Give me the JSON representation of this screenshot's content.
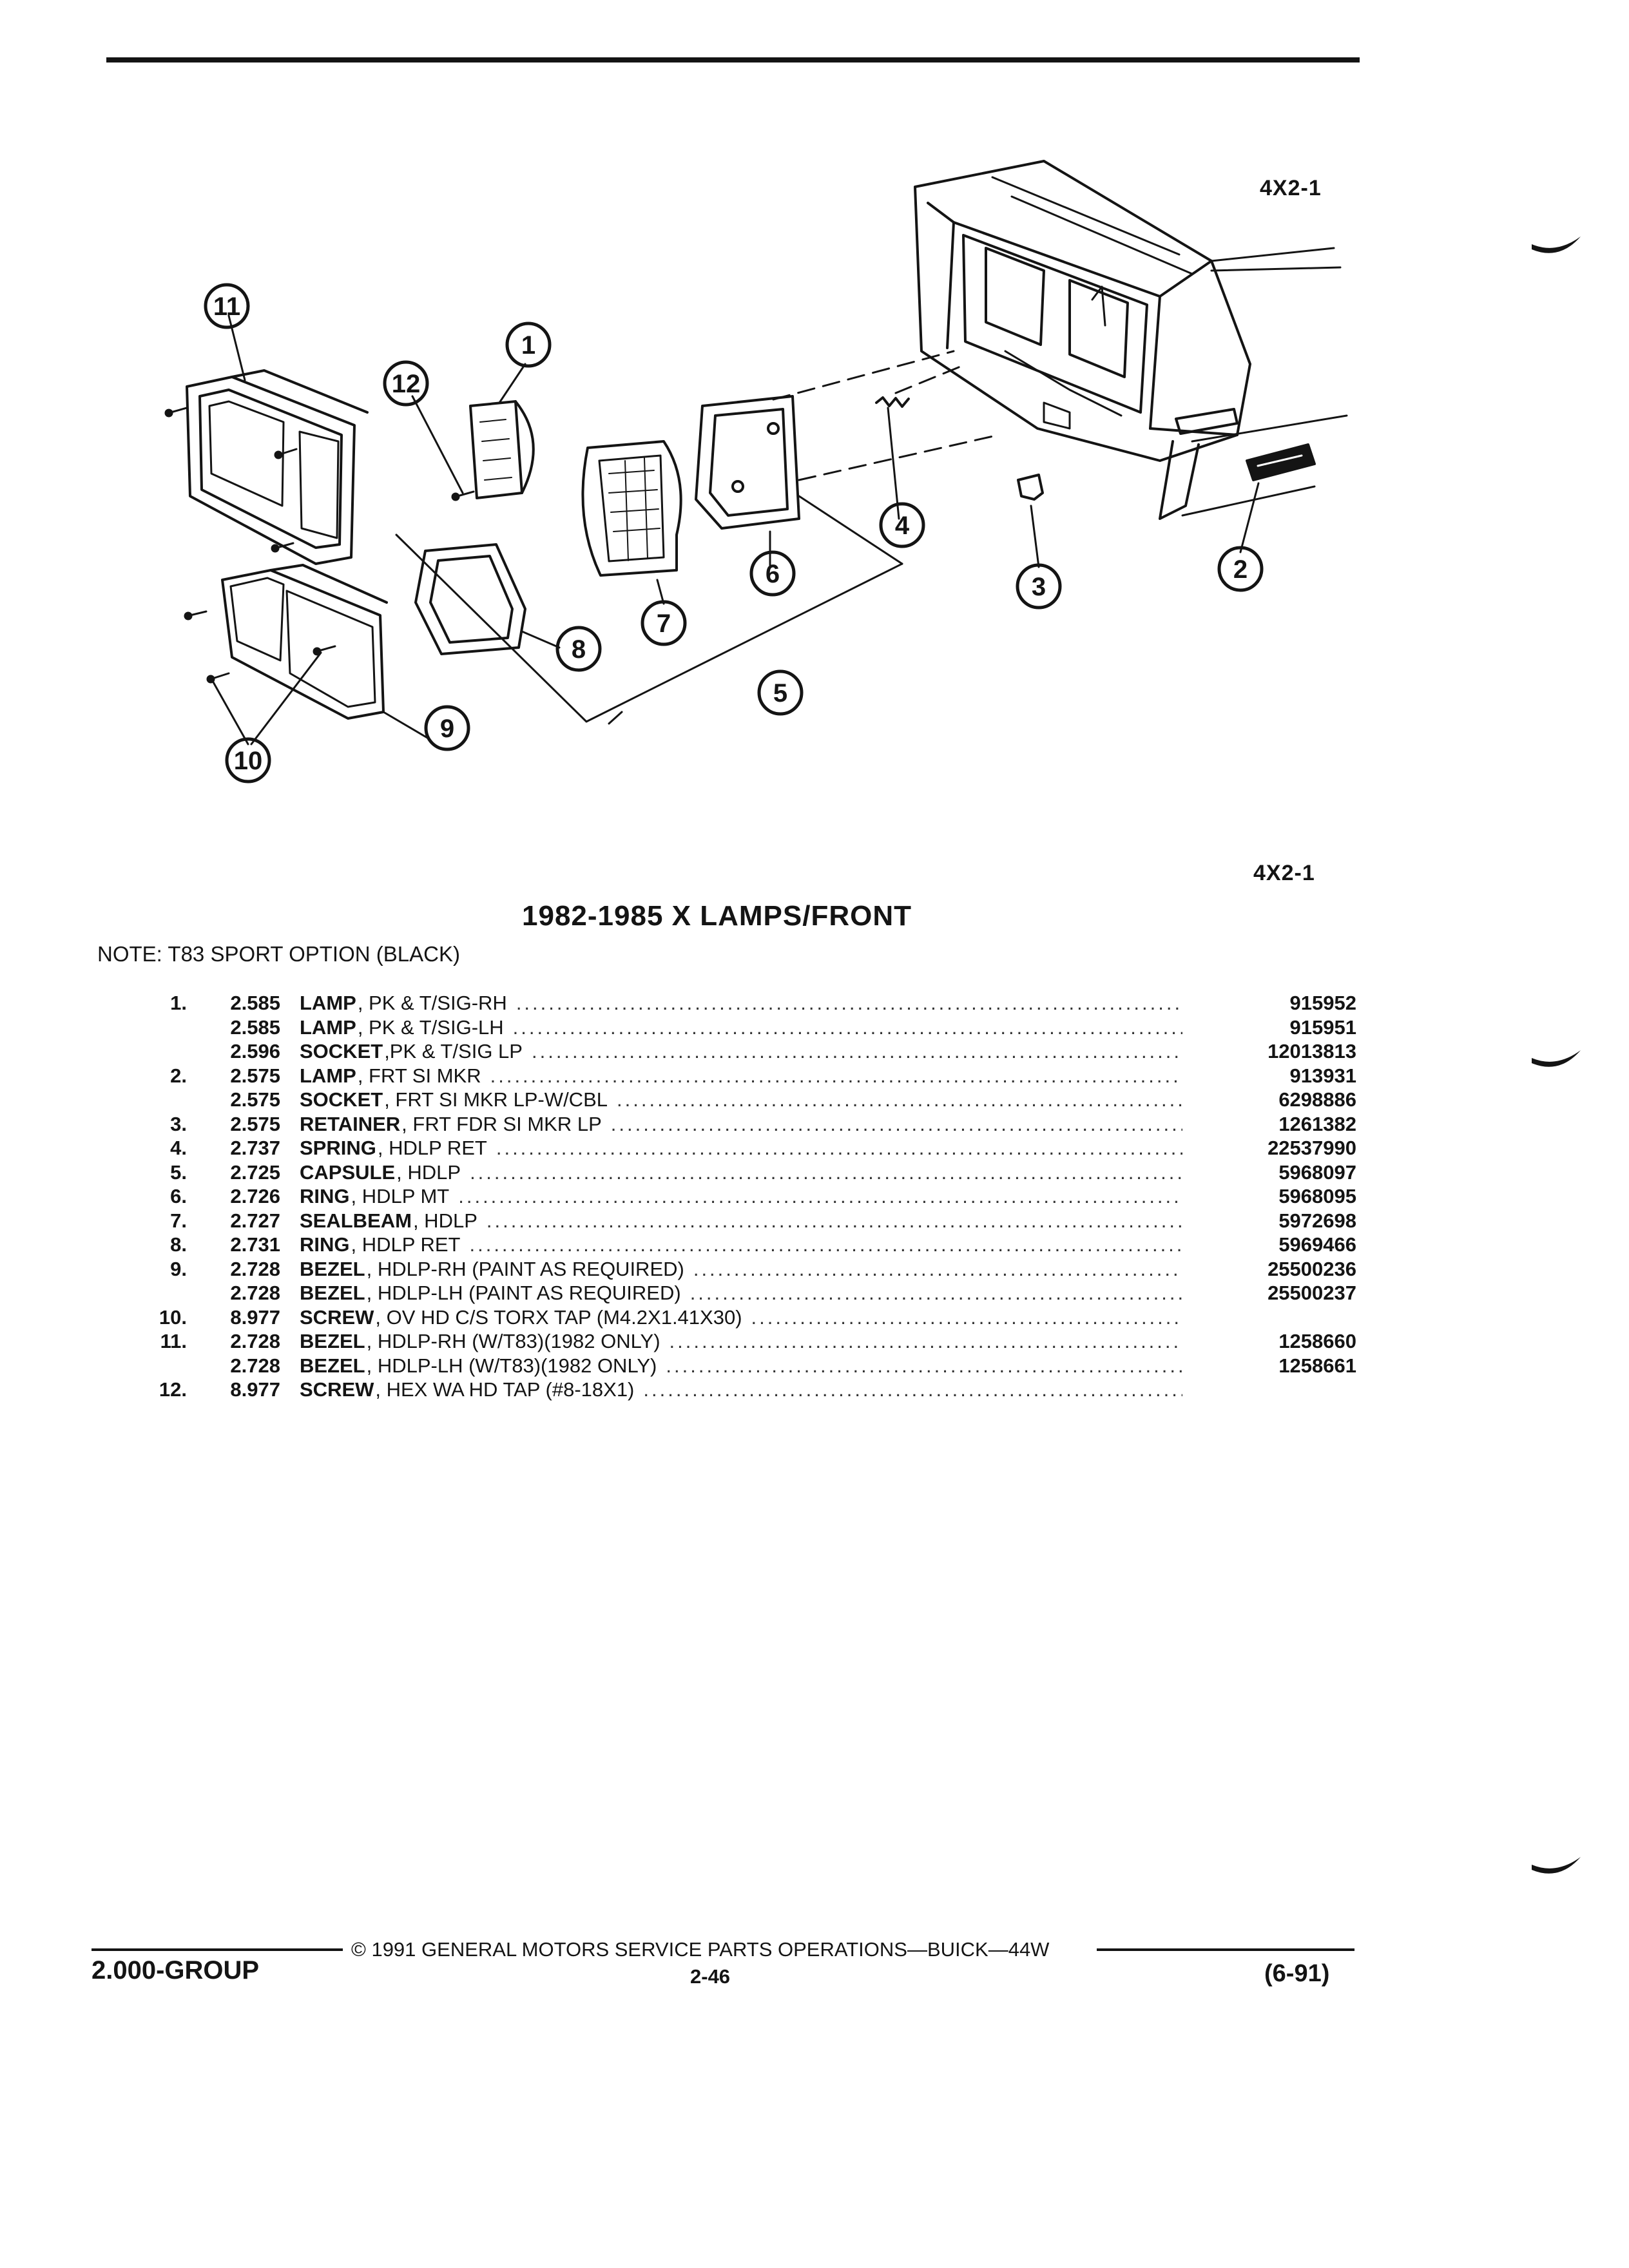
{
  "figure": {
    "code_top": "4X2-1",
    "code_bottom": "4X2-1",
    "callouts": [
      "1",
      "2",
      "3",
      "4",
      "5",
      "6",
      "7",
      "8",
      "9",
      "10",
      "11",
      "12"
    ]
  },
  "title": "1982-1985 X LAMPS/FRONT",
  "note": "NOTE:  T83 SPORT OPTION (BLACK)",
  "parts": [
    {
      "item": "1.",
      "group": "2.585",
      "name": "LAMP",
      "desc": ", PK & T/SIG-RH",
      "part_no": "915952"
    },
    {
      "item": "",
      "group": "2.585",
      "name": "LAMP",
      "desc": ", PK & T/SIG-LH",
      "part_no": "915951"
    },
    {
      "item": "",
      "group": "2.596",
      "name": "SOCKET",
      "desc": ",PK & T/SIG LP",
      "part_no": "12013813"
    },
    {
      "item": "2.",
      "group": "2.575",
      "name": "LAMP",
      "desc": ", FRT SI MKR",
      "part_no": "913931"
    },
    {
      "item": "",
      "group": "2.575",
      "name": "SOCKET",
      "desc": ", FRT SI MKR LP-W/CBL",
      "part_no": "6298886"
    },
    {
      "item": "3.",
      "group": "2.575",
      "name": "RETAINER",
      "desc": ", FRT FDR SI MKR LP",
      "part_no": "1261382"
    },
    {
      "item": "4.",
      "group": "2.737",
      "name": "SPRING",
      "desc": ", HDLP RET",
      "part_no": "22537990"
    },
    {
      "item": "5.",
      "group": "2.725",
      "name": "CAPSULE",
      "desc": ", HDLP",
      "part_no": "5968097"
    },
    {
      "item": "6.",
      "group": "2.726",
      "name": "RING",
      "desc": ", HDLP MT",
      "part_no": "5968095"
    },
    {
      "item": "7.",
      "group": "2.727",
      "name": "SEALBEAM",
      "desc": ", HDLP",
      "part_no": "5972698"
    },
    {
      "item": "8.",
      "group": "2.731",
      "name": "RING",
      "desc": ", HDLP RET",
      "part_no": "5969466"
    },
    {
      "item": "9.",
      "group": "2.728",
      "name": "BEZEL",
      "desc": ", HDLP-RH (PAINT AS REQUIRED)",
      "part_no": "25500236"
    },
    {
      "item": "",
      "group": "2.728",
      "name": "BEZEL",
      "desc": ", HDLP-LH (PAINT AS REQUIRED)",
      "part_no": "25500237"
    },
    {
      "item": "10.",
      "group": "8.977",
      "name": "SCREW",
      "desc": ", OV HD C/S TORX TAP (M4.2X1.41X30)",
      "part_no": ""
    },
    {
      "item": "11.",
      "group": "2.728",
      "name": "BEZEL",
      "desc": ", HDLP-RH (W/T83)(1982 ONLY)",
      "part_no": "1258660"
    },
    {
      "item": "",
      "group": "2.728",
      "name": "BEZEL",
      "desc": ", HDLP-LH (W/T83)(1982 ONLY)",
      "part_no": "1258661"
    },
    {
      "item": "12.",
      "group": "8.977",
      "name": "SCREW",
      "desc": ", HEX WA HD TAP (#8-18X1)",
      "part_no": ""
    }
  ],
  "footer": {
    "group": "2.000-GROUP",
    "copyright": "©  1991  GENERAL MOTORS SERVICE PARTS OPERATIONS—BUICK—44W",
    "page": "2-46",
    "date": "(6-91)"
  }
}
